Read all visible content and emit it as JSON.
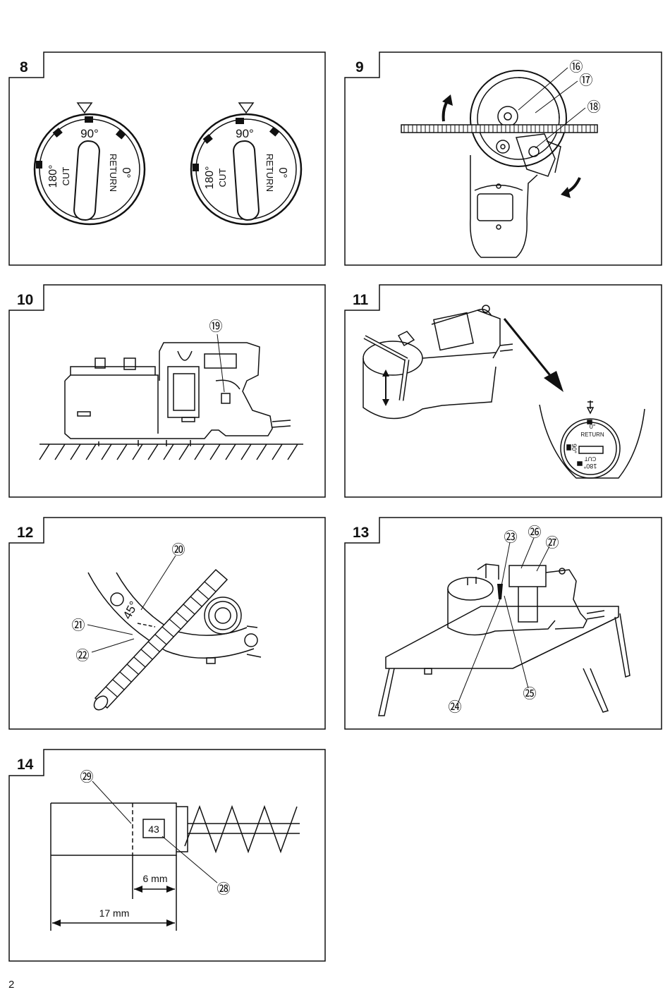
{
  "page_number": "2",
  "figures": {
    "f8": {
      "number": "8",
      "dials": [
        {
          "top": "90°",
          "left": "180°",
          "left_sub": "CUT",
          "right": "0°",
          "right_sub": "RETURN"
        },
        {
          "top": "90°",
          "left": "180°",
          "left_sub": "CUT",
          "right": "0°",
          "right_sub": "RETURN"
        }
      ]
    },
    "f9": {
      "number": "9",
      "callouts": [
        "⑯",
        "⑰",
        "⑱"
      ]
    },
    "f10": {
      "number": "10",
      "callouts": [
        "⑲"
      ]
    },
    "f11": {
      "number": "11",
      "dial": {
        "top": "0°",
        "top_sub": "RETURN",
        "left": "90°",
        "bottom": "180°",
        "bottom_sub": "CUT"
      }
    },
    "f12": {
      "number": "12",
      "angle": "45°",
      "callouts": [
        "⑳",
        "㉑",
        "㉒"
      ]
    },
    "f13": {
      "number": "13",
      "callouts": [
        "㉓",
        "㉔",
        "㉕",
        "㉖",
        "㉗"
      ]
    },
    "f14": {
      "number": "14",
      "box_value": "43",
      "dim_short": "6 mm",
      "dim_long": "17 mm",
      "callouts": [
        "㉘",
        "㉙"
      ]
    }
  }
}
